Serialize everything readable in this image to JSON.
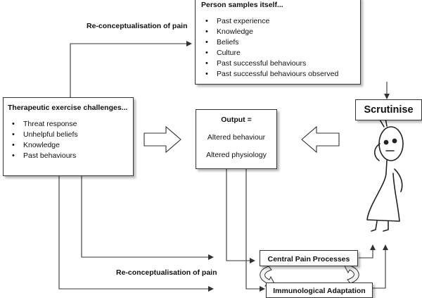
{
  "labels": {
    "top_loop": "Re-conceptualisation of pain",
    "bottom_loop": "Re-conceptualisation of pain"
  },
  "person_box": {
    "title": "Person samples itself...",
    "items": [
      "Past experience",
      "Knowledge",
      "Beliefs",
      "Culture",
      "Past successful behaviours",
      "Past successful behaviours observed"
    ]
  },
  "exercise_box": {
    "title": "Therapeutic exercise challenges...",
    "items": [
      "Threat response",
      "Unhelpful beliefs",
      "Knowledge",
      "Past behaviours"
    ]
  },
  "output_box": {
    "title": "Output =",
    "line1": "Altered behaviour",
    "line2": "Altered physiology"
  },
  "scrutinise_box": {
    "title": "Scrutinise"
  },
  "central_box": {
    "title": "Central Pain Processes"
  },
  "immuno_box": {
    "title": "Immunological Adaptation"
  }
}
